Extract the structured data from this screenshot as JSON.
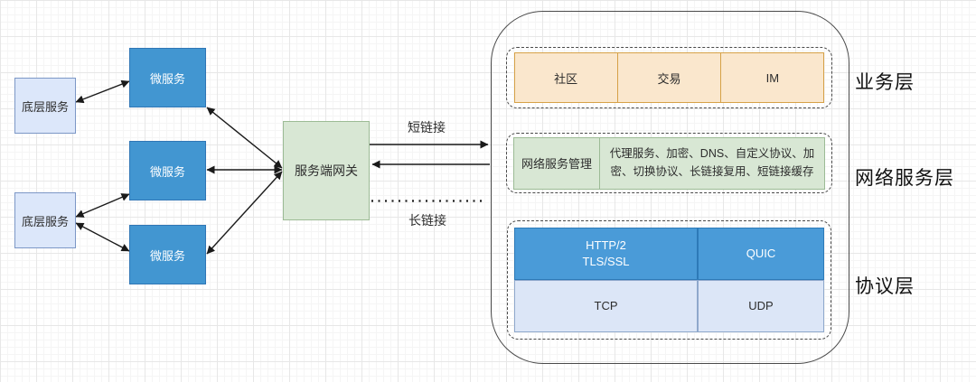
{
  "left": {
    "base_services": [
      {
        "label": "底层服务"
      },
      {
        "label": "底层服务"
      }
    ],
    "microservices": [
      {
        "label": "微服务"
      },
      {
        "label": "微服务"
      },
      {
        "label": "微服务"
      }
    ],
    "gateway": {
      "label": "服务端网关"
    }
  },
  "links": {
    "short_label": "短链接",
    "long_label": "长链接"
  },
  "right": {
    "layers": [
      {
        "name": "业务层",
        "cells": [
          "社区",
          "交易",
          "IM"
        ]
      },
      {
        "name": "网络服务层",
        "manager_label": "网络服务管理",
        "services_text": "代理服务、加密、DNS、自定义协议、加密、切换协议、长链接复用、短链接缓存"
      },
      {
        "name": "协议层",
        "cells": [
          "HTTP/2\nTLS/SSL",
          "QUIC",
          "TCP",
          "UDP"
        ]
      }
    ]
  },
  "colors": {
    "microservice_fill": "#4296d1",
    "microservice_border": "#3076b5",
    "base_service_fill": "#dce7fa",
    "base_service_border": "#7c97c6",
    "gateway_fill": "#d8e7d4",
    "gateway_border": "#9cbb95",
    "business_fill": "#fae7cd",
    "business_border": "#d6a147",
    "protocol_top_fill": "#4a9bd8",
    "protocol_top_border": "#2d7ab8",
    "protocol_bottom_fill": "#dce6f7",
    "protocol_bottom_border": "#8fa8cc",
    "arrow_color": "#1a1a1a"
  }
}
